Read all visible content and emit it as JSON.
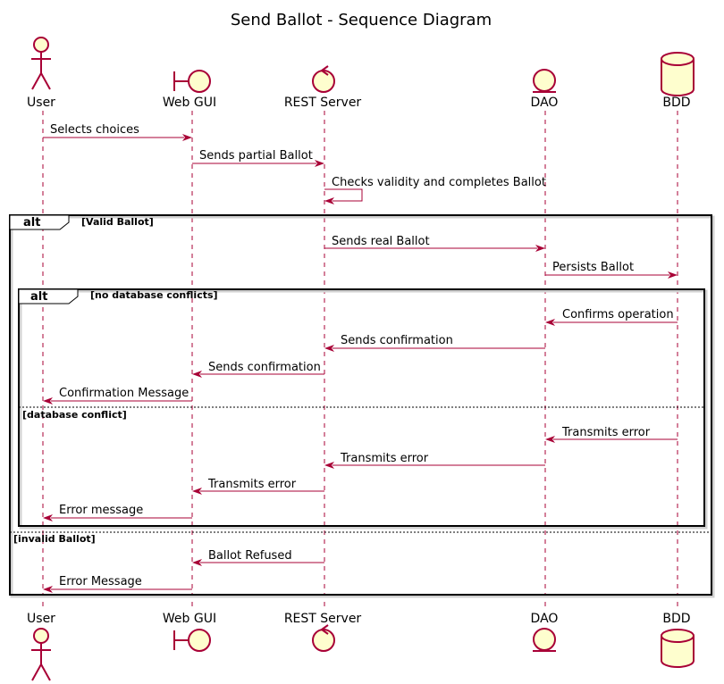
{
  "title": "Send Ballot - Sequence Diagram",
  "participants": [
    {
      "name": "User",
      "kind": "actor"
    },
    {
      "name": "Web GUI",
      "kind": "boundary"
    },
    {
      "name": "REST Server",
      "kind": "control"
    },
    {
      "name": "DAO",
      "kind": "entity"
    },
    {
      "name": "BDD",
      "kind": "database"
    }
  ],
  "messages": [
    {
      "from": "User",
      "to": "Web GUI",
      "label": "Selects choices"
    },
    {
      "from": "Web GUI",
      "to": "REST Server",
      "label": "Sends partial Ballot"
    },
    {
      "from": "REST Server",
      "to": "REST Server",
      "label": "Checks validity and completes Ballot"
    },
    {
      "from": "REST Server",
      "to": "DAO",
      "label": "Sends real Ballot"
    },
    {
      "from": "DAO",
      "to": "BDD",
      "label": "Persists Ballot"
    },
    {
      "from": "BDD",
      "to": "DAO",
      "label": "Confirms operation"
    },
    {
      "from": "DAO",
      "to": "REST Server",
      "label": "Sends confirmation"
    },
    {
      "from": "REST Server",
      "to": "Web GUI",
      "label": "Sends confirmation"
    },
    {
      "from": "Web GUI",
      "to": "User",
      "label": "Confirmation Message"
    },
    {
      "from": "BDD",
      "to": "DAO",
      "label": "Transmits error"
    },
    {
      "from": "DAO",
      "to": "REST Server",
      "label": "Transmits error"
    },
    {
      "from": "REST Server",
      "to": "Web GUI",
      "label": "Transmits error"
    },
    {
      "from": "Web GUI",
      "to": "User",
      "label": "Error message"
    },
    {
      "from": "REST Server",
      "to": "Web GUI",
      "label": "Ballot Refused"
    },
    {
      "from": "Web GUI",
      "to": "User",
      "label": "Error Message"
    }
  ],
  "fragments": [
    {
      "keyword": "alt",
      "condition": "[Valid Ballot]",
      "else_condition": "[invalid Ballot]"
    },
    {
      "keyword": "alt",
      "condition": "[no database conflicts]",
      "else_condition": "[database conflict]"
    }
  ],
  "colors": {
    "line": "#a80036",
    "fill": "#fefece"
  }
}
